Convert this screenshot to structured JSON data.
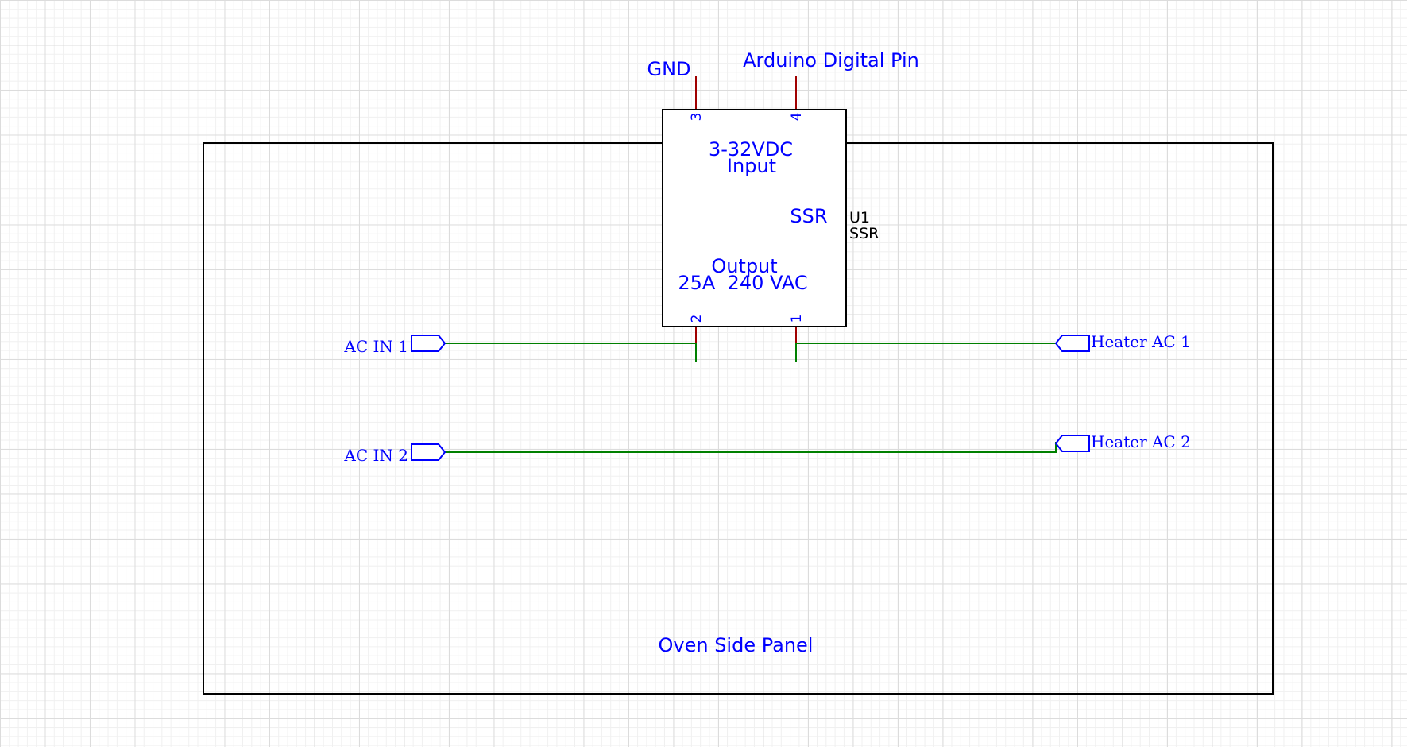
{
  "colors": {
    "net_label": "#0000ff",
    "wire": "#008000",
    "pin": "#a00000",
    "outline": "#000000",
    "grid": "#dcdcdc"
  },
  "panel": {
    "label": "Oven Side Panel"
  },
  "component": {
    "designator": "U1",
    "value": "SSR",
    "body_text": "SSR",
    "input_line1": "3-32VDC",
    "input_line2": "Input",
    "output_line1": "Output",
    "output_line2": "25A  240 VAC",
    "pins": {
      "gnd": "3",
      "signal": "4",
      "ac_in": "2",
      "ac_out": "1"
    }
  },
  "labels": {
    "gnd": "GND",
    "arduino": "Arduino Digital Pin"
  },
  "ports": {
    "ac_in_1": "AC IN 1",
    "ac_in_2": "AC IN 2",
    "heater_ac_1": "Heater AC 1",
    "heater_ac_2": "Heater AC 2"
  }
}
